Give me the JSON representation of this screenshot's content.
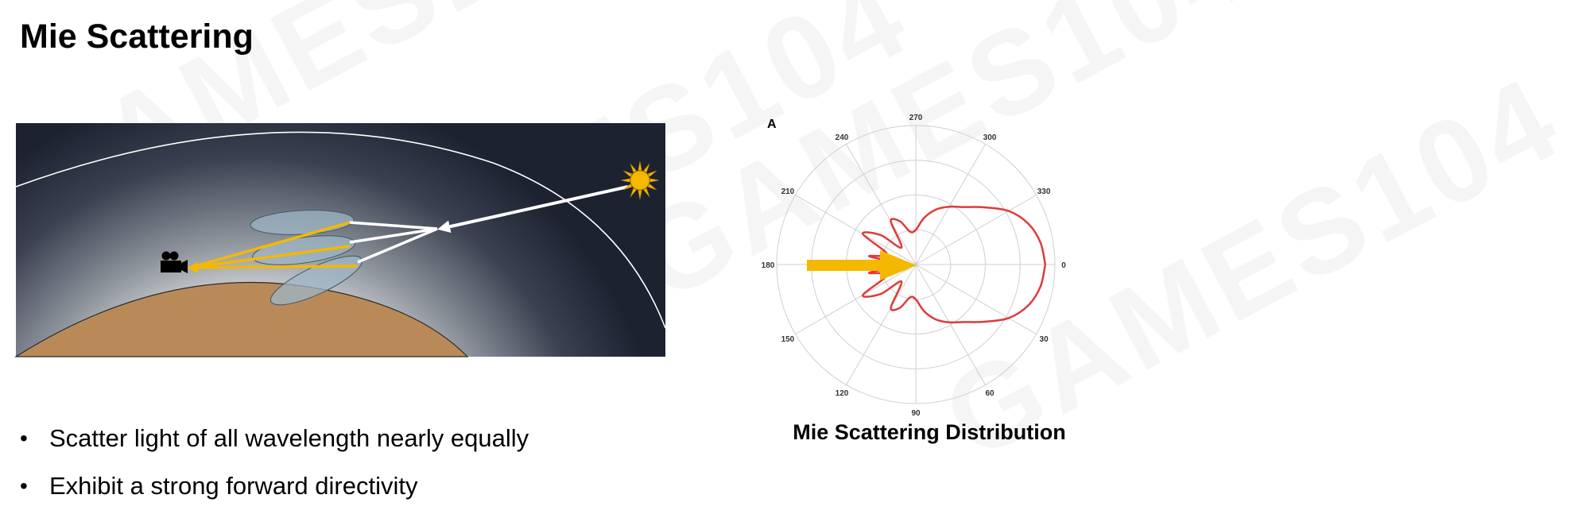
{
  "slide": {
    "title": "Mie Scattering",
    "watermark": "GAMES104",
    "bullets": [
      "Scatter light of all wavelength nearly equally",
      "Exhibit a strong forward directivity"
    ],
    "caption": "Mie Scattering Distribution"
  },
  "colors": {
    "sky_dark": "#1c2230",
    "sky_light": "#f4f4f4",
    "ground": "#b98a58",
    "cloud": "#9fb6c6",
    "light_ray": "#ffffff",
    "scatter_ray": "#f5b800",
    "sun": "#f5b800",
    "phase_curve": "#e03a3a",
    "incident_arrow": "#f5b800"
  },
  "icons": {
    "sun": "sun-icon",
    "camera": "camera-icon"
  },
  "chart_data": {
    "type": "polar",
    "panel_label": "A",
    "angle_labels": [
      "270",
      "300",
      "330",
      "0",
      "30",
      "60",
      "90",
      "120",
      "150",
      "180",
      "210",
      "240"
    ],
    "angles_deg": [
      0,
      30,
      60,
      90,
      120,
      150,
      180,
      210,
      240,
      270,
      300,
      330
    ],
    "grid": true,
    "phase_function": {
      "angles_deg": [
        0,
        10,
        20,
        30,
        40,
        50,
        60,
        70,
        80,
        90,
        100,
        110,
        120,
        130,
        140,
        150,
        160,
        170,
        180
      ],
      "radius": [
        0.93,
        0.91,
        0.86,
        0.77,
        0.64,
        0.54,
        0.48,
        0.42,
        0.34,
        0.25,
        0.24,
        0.33,
        0.36,
        0.16,
        0.33,
        0.44,
        0.22,
        0.34,
        0.1
      ]
    },
    "incident_direction": "from 180"
  }
}
